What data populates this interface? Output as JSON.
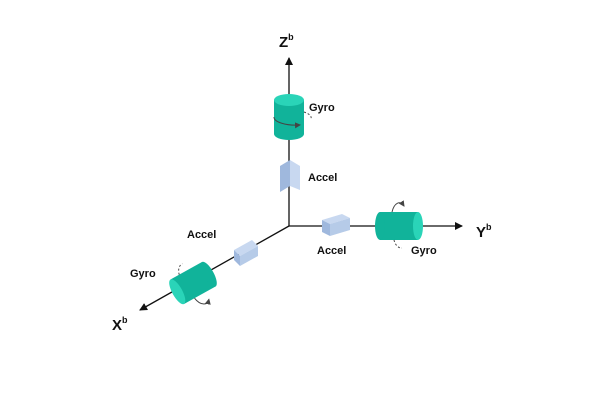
{
  "axes": {
    "z": {
      "letter": "Z",
      "superscript": "b"
    },
    "y": {
      "letter": "Y",
      "superscript": "b"
    },
    "x": {
      "letter": "X",
      "superscript": "b"
    }
  },
  "sensors": {
    "z_gyro": "Gyro",
    "z_accel": "Accel",
    "y_accel": "Accel",
    "y_gyro": "Gyro",
    "x_accel": "Accel",
    "x_gyro": "Gyro"
  },
  "colors": {
    "axis": "#111111",
    "gyro_side": "#11b39a",
    "gyro_cap": "#2ad4b8",
    "accel_light": "#c8d8f0",
    "accel_dark": "#9fb8dd",
    "rotation_arrow": "#444444"
  }
}
